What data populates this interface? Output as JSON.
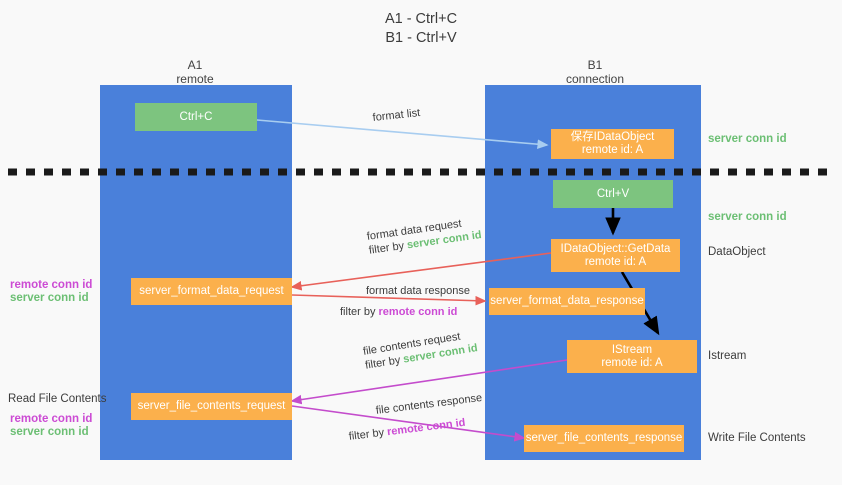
{
  "title": {
    "line1": "A1 - Ctrl+C",
    "line2": "B1 - Ctrl+V"
  },
  "lanes": [
    {
      "name": "A1",
      "title_line1": "A1",
      "title_line2": "remote",
      "color": "#4a80da"
    },
    {
      "name": "B1",
      "title_line1": "B1",
      "title_line2": "connection",
      "color": "#4a80da"
    }
  ],
  "nodes": {
    "ctrl_c": {
      "label": "Ctrl+C",
      "color": "#7dc47f"
    },
    "ctrl_v": {
      "label": "Ctrl+V",
      "color": "#7dc47f"
    },
    "save_idataobject": {
      "line1": "保存IDataObject",
      "line2": "remote id: A",
      "color": "#fbb04c"
    },
    "getdata": {
      "line1": "IDataObject::GetData",
      "line2": "remote id: A",
      "color": "#fbb04c"
    },
    "istream": {
      "line1": "IStream",
      "line2": "remote id: A",
      "color": "#fbb04c"
    },
    "server_format_data_request": {
      "label": "server_format_data_request",
      "color": "#fbb04c"
    },
    "server_format_data_response": {
      "label": "server_format_data_response",
      "color": "#fbb04c"
    },
    "server_file_contents_request": {
      "label": "server_file_contents_request",
      "color": "#fbb04c"
    },
    "server_file_contents_response": {
      "label": "server_file_contents_response",
      "color": "#fbb04c"
    }
  },
  "edges": {
    "format_list": {
      "label": "format list",
      "color": "#a8cdf0"
    },
    "format_data_request": {
      "label": "format data request",
      "filter_prefix": "filter by ",
      "filter_key": "server conn id",
      "color": "#e8615a"
    },
    "format_data_response": {
      "label": "format data response",
      "filter_prefix": "filter by ",
      "filter_key": "remote conn id",
      "color": "#e8615a"
    },
    "file_contents_request": {
      "label": "file contents request",
      "filter_prefix": "filter by ",
      "filter_key": "server conn id",
      "color": "#c44ccc"
    },
    "file_contents_response": {
      "label": "file contents response",
      "filter_prefix": "filter by ",
      "filter_key": "remote conn id",
      "color": "#c44ccc"
    }
  },
  "right_labels": {
    "server_conn_id_top": "server conn id",
    "server_conn_id_second": "server conn id",
    "dataobject": "DataObject",
    "istream": "Istream",
    "write_file_contents": "Write File Contents"
  },
  "left_labels": {
    "remote_conn_id_1": "remote conn id",
    "server_conn_id_1": "server conn id",
    "read_file_contents": "Read File Contents",
    "remote_conn_id_2": "remote conn id",
    "server_conn_id_2": "server conn id"
  },
  "colors": {
    "lane_blue": "#4a80da",
    "node_green": "#7dc47f",
    "node_orange": "#fbb04c",
    "arrow_light_blue": "#a8cdf0",
    "arrow_red": "#e8615a",
    "arrow_magenta": "#c44ccc",
    "arrow_black": "#000000",
    "green_text": "#6cbf74",
    "magenta_text": "#cc4bd4",
    "divider": "#1a1a1a",
    "background": "#f9f9f9"
  }
}
